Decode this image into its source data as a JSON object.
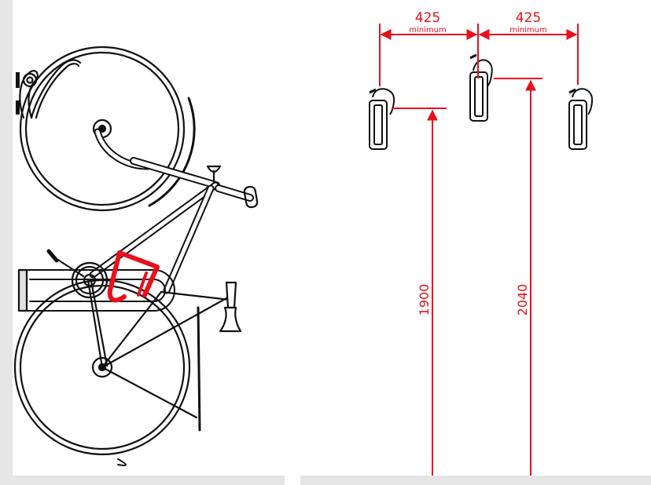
{
  "colors": {
    "dimension": "#e8101c",
    "line": "#111111",
    "wall": "#e6e6e6",
    "rack_fill": "#d9d9d9",
    "hook": "#e8101c"
  },
  "dimensions": {
    "spacing_left": {
      "value": "425",
      "note": "minimum"
    },
    "spacing_right": {
      "value": "425",
      "note": "minimum"
    },
    "height_low": "1900",
    "height_high": "2040"
  }
}
